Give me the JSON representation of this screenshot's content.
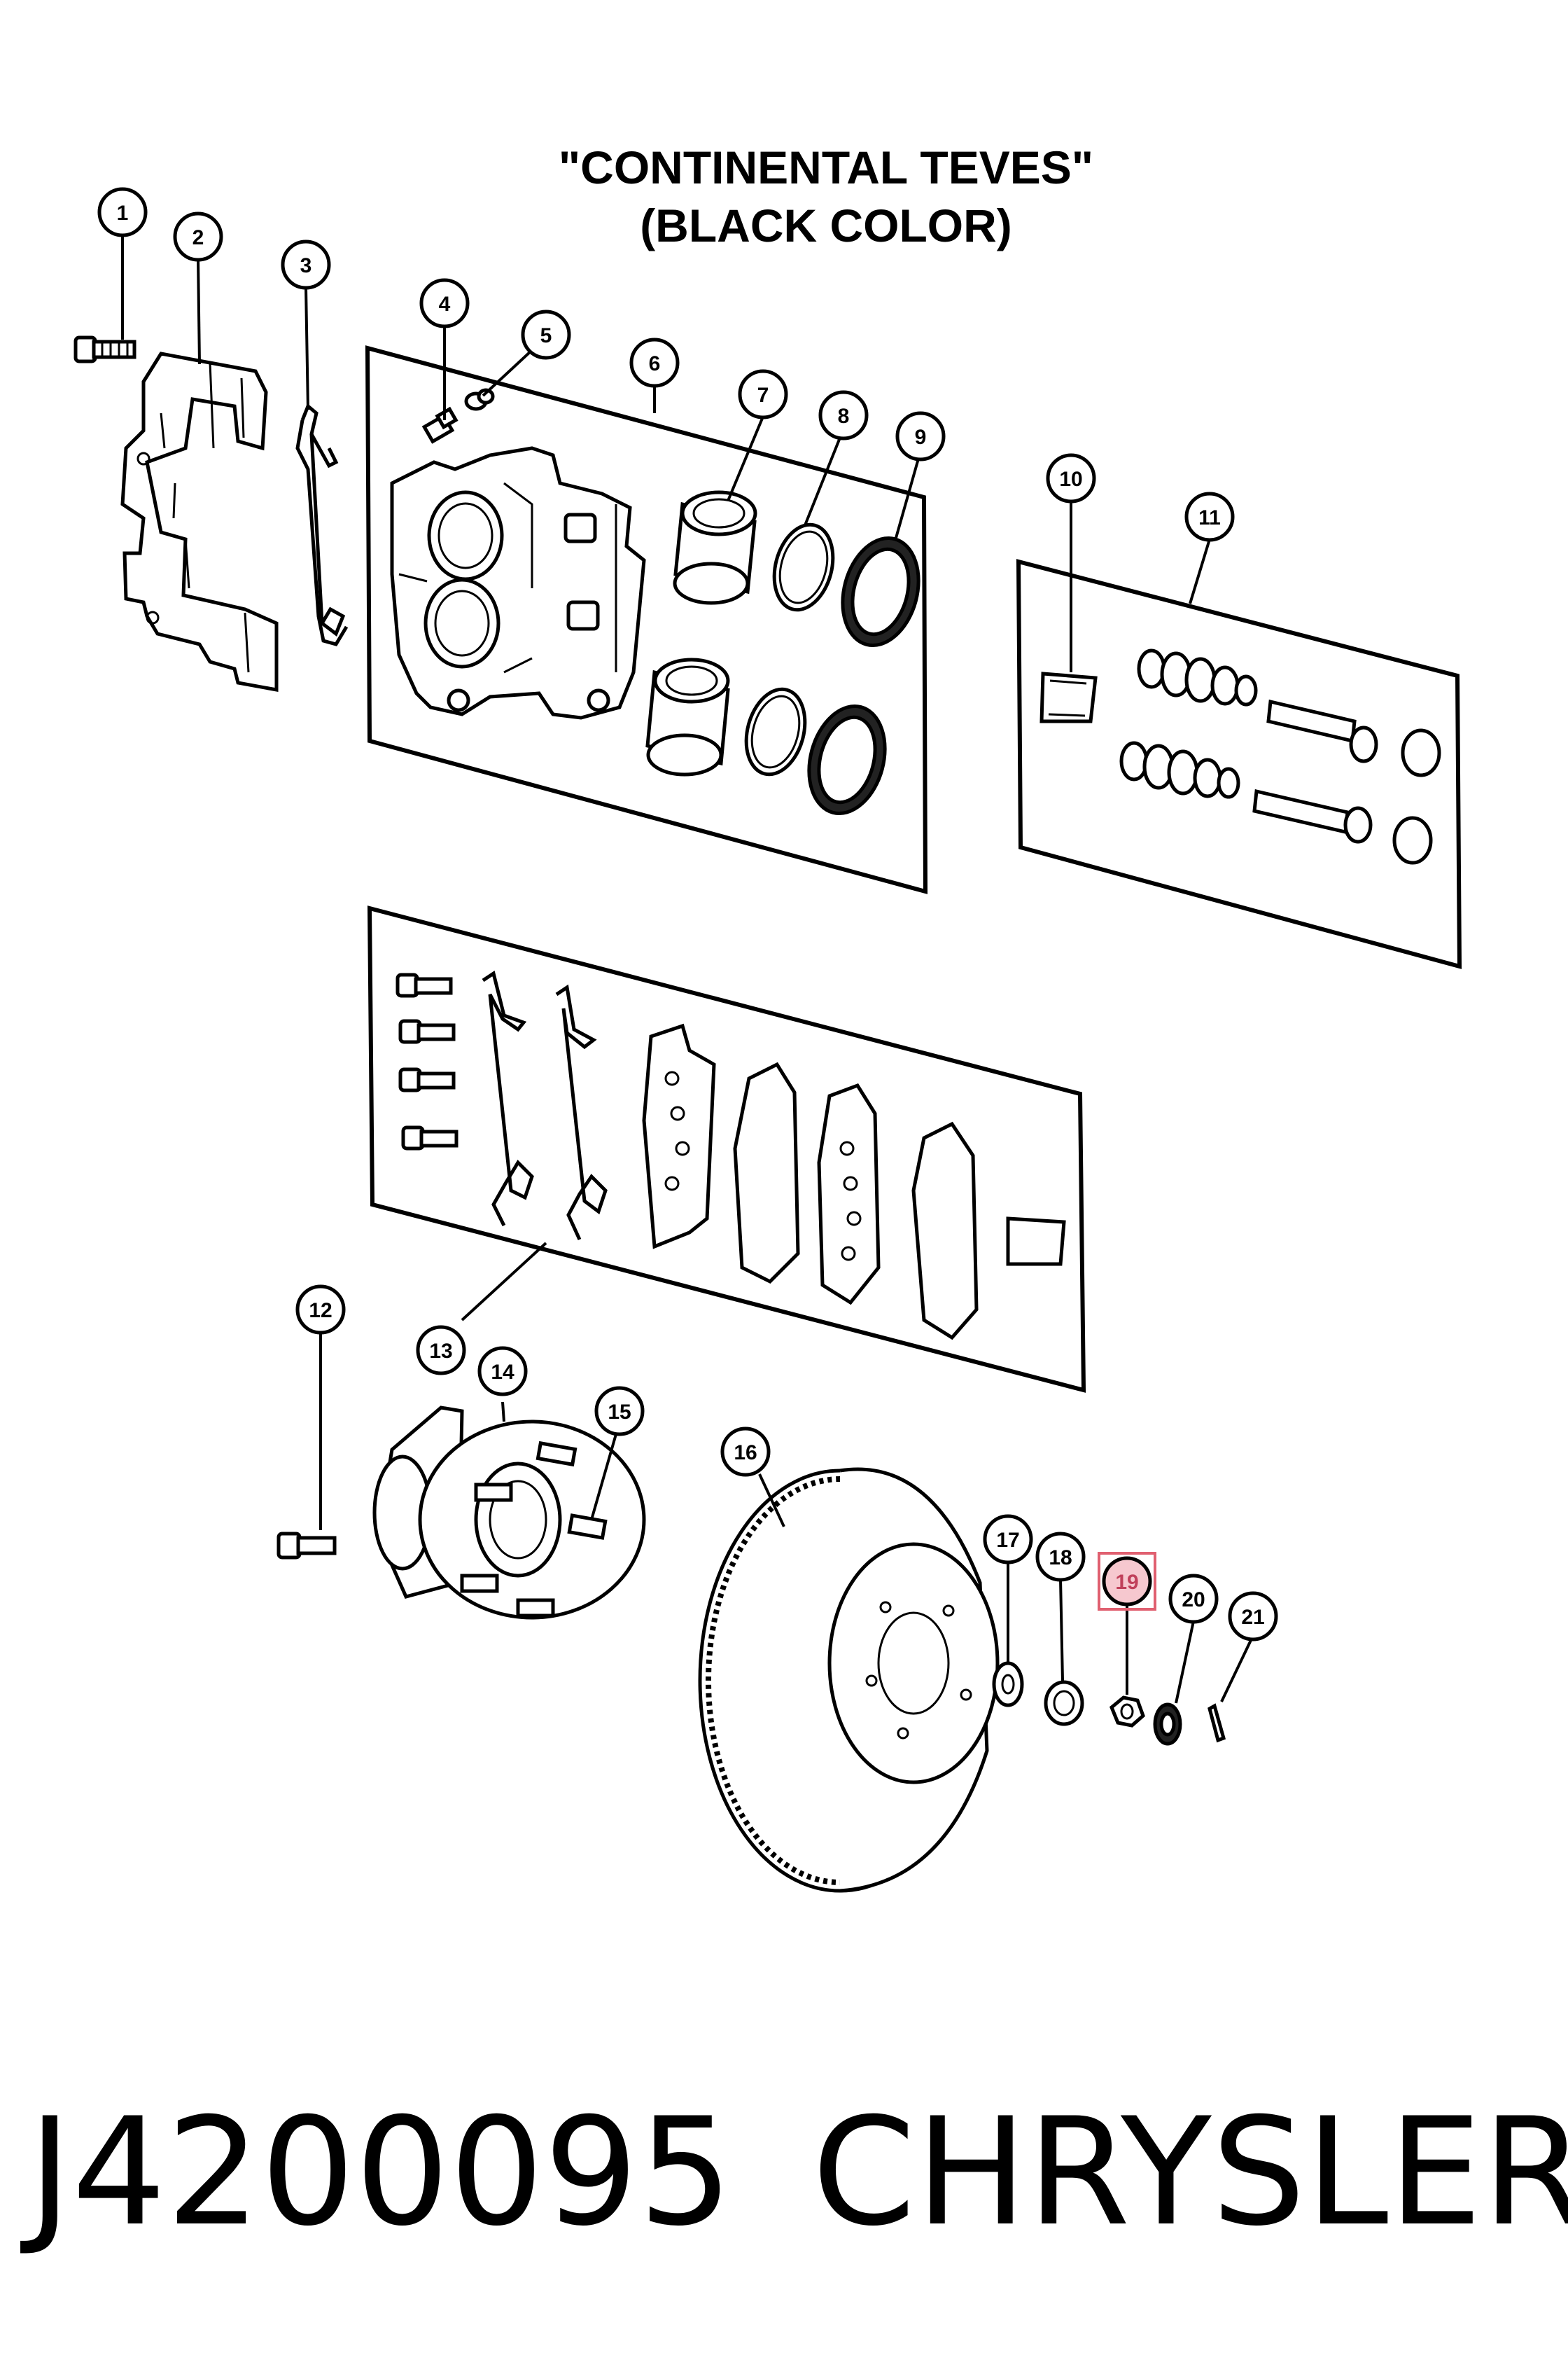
{
  "title": {
    "line1": "\"CONTINENTAL TEVES\"",
    "line2": "(BLACK COLOR)"
  },
  "footer": {
    "part_number": "J4200095",
    "brand": "CHRYSLER"
  },
  "callouts": [
    "1",
    "2",
    "3",
    "4",
    "5",
    "6",
    "7",
    "8",
    "9",
    "10",
    "11",
    "12",
    "13",
    "14",
    "15",
    "16",
    "17",
    "18",
    "19",
    "20",
    "21"
  ],
  "highlighted_callout": "19",
  "colors": {
    "line": "#000000",
    "highlight_fill": "#f6c8cf",
    "highlight_border": "#e06070"
  }
}
